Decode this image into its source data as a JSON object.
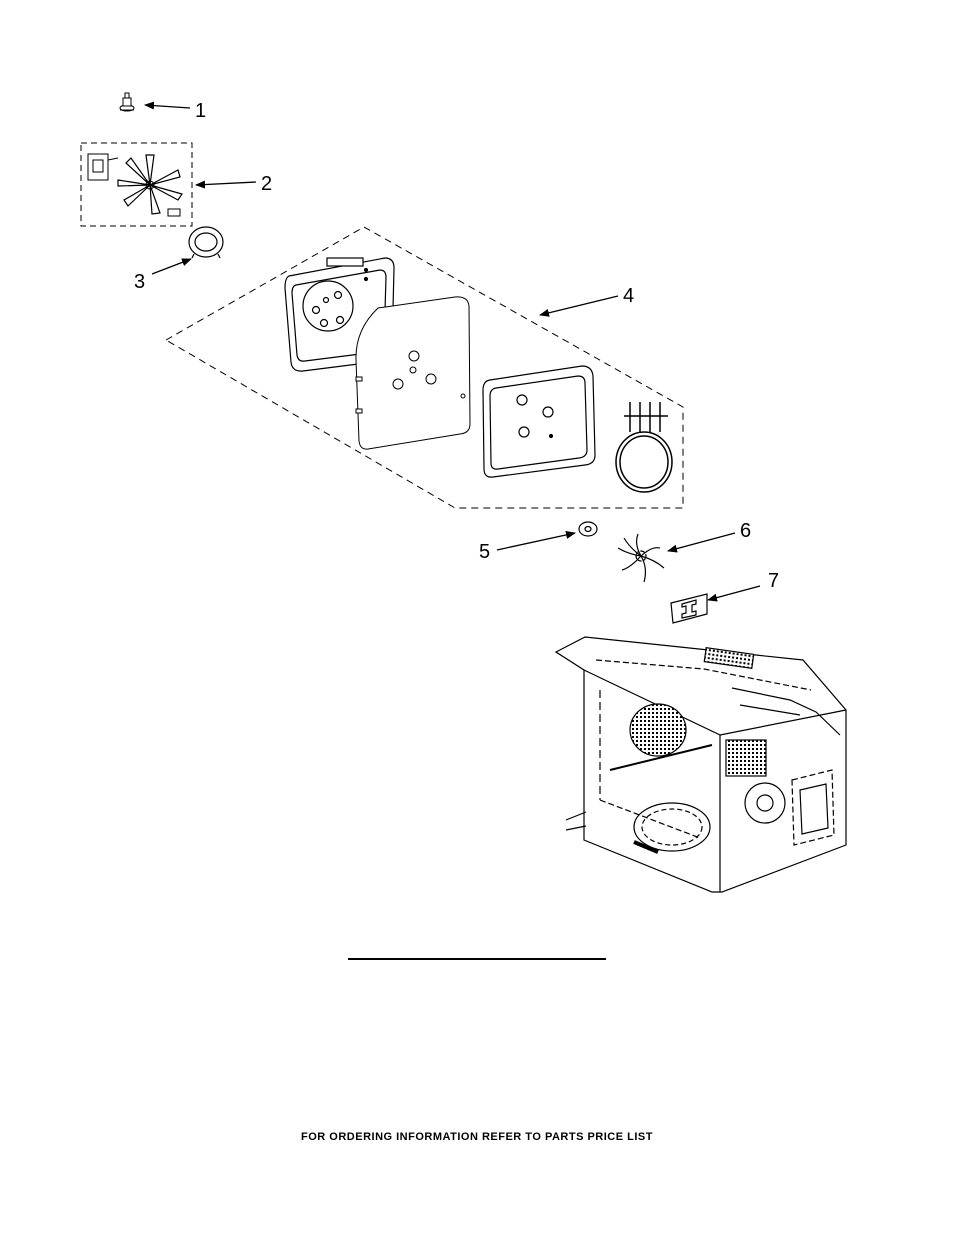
{
  "callouts": [
    {
      "label": "1"
    },
    {
      "label": "2"
    },
    {
      "label": "3"
    },
    {
      "label": "4"
    },
    {
      "label": "5"
    },
    {
      "label": "6"
    },
    {
      "label": "7"
    }
  ],
  "footer": {
    "text": "FOR ORDERING INFORMATION REFER TO PARTS PRICE LIST"
  }
}
